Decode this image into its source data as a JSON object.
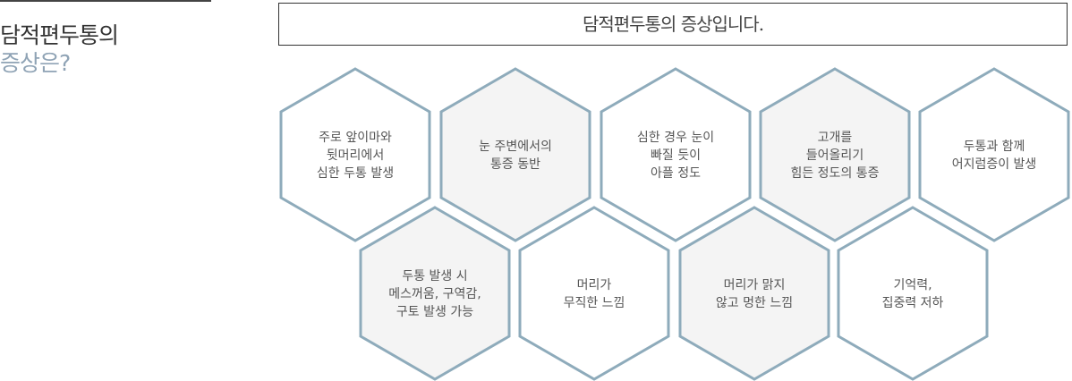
{
  "sidebar": {
    "heading_line1": "담적편두통의",
    "heading_line2": "증상은?"
  },
  "title": "담적편두통의 증상입니다.",
  "colors": {
    "stroke": "#8eabbb",
    "fill_alt": "#f4f4f4",
    "accent": "#8fa3b5"
  },
  "symptoms": [
    {
      "lines": [
        "주로 앞이마와",
        "뒷머리에서",
        "심한 두통 발생"
      ]
    },
    {
      "lines": [
        "눈 주변에서의",
        "통증 동반"
      ]
    },
    {
      "lines": [
        "심한 경우 눈이",
        "빠질 듯이",
        "아플 정도"
      ]
    },
    {
      "lines": [
        "고개를",
        "들어올리기",
        "힘든 정도의 통증"
      ]
    },
    {
      "lines": [
        "두통과 함께",
        "어지럼증이 발생"
      ]
    },
    {
      "lines": [
        "두통 발생 시",
        "메스꺼움, 구역감,",
        "구토 발생 가능"
      ]
    },
    {
      "lines": [
        "머리가",
        "무직한 느낌"
      ]
    },
    {
      "lines": [
        "머리가 맑지",
        "않고 멍한 느낌"
      ]
    },
    {
      "lines": [
        "기억력,",
        "집중력 저하"
      ]
    }
  ]
}
